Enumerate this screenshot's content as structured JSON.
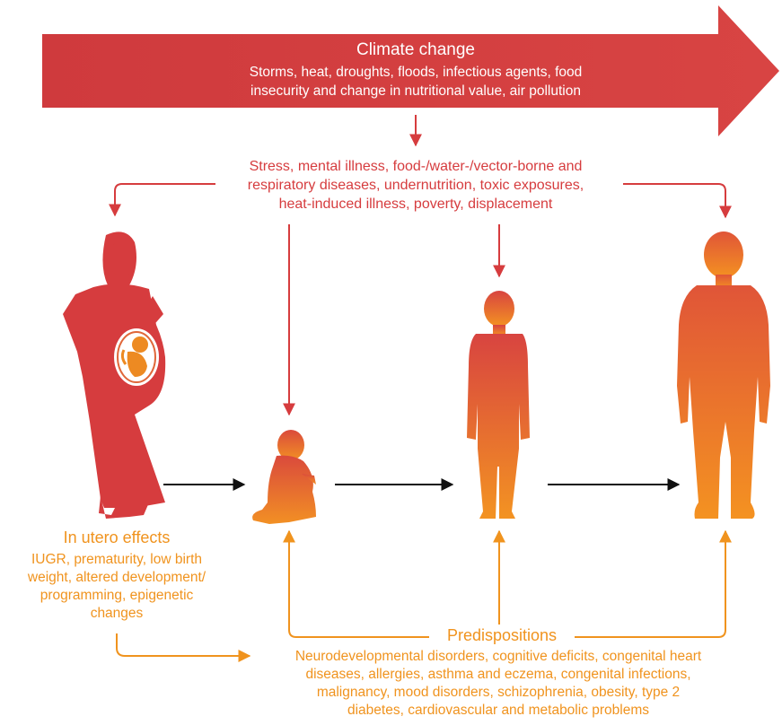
{
  "banner": {
    "title": "Climate change",
    "line1": "Storms, heat, droughts, floods, infectious agents, food",
    "line2": "insecurity and change in nutritional value, air pollution"
  },
  "stressors": {
    "line1": "Stress, mental illness, food-/water-/vector-borne and",
    "line2": "respiratory diseases, undernutrition, toxic exposures,",
    "line3": "heat-induced illness, poverty, displacement"
  },
  "in_utero": {
    "title": "In utero effects",
    "line1": "IUGR, prematurity, low birth",
    "line2": "weight, altered development/",
    "line3": "programming, epigenetic",
    "line4": "changes"
  },
  "predispositions": {
    "title": "Predispositions",
    "line1": "Neurodevelopmental disorders, cognitive deficits, congenital heart",
    "line2": "diseases, allergies, asthma and eczema, congenital infections,",
    "line3": "malignancy, mood disorders, schizophrenia, obesity, type 2",
    "line4": "diabetes, cardiovascular and metabolic problems"
  },
  "colors": {
    "red": "#d63c3e",
    "orange": "#f0931e",
    "black": "#111111"
  },
  "figures": [
    "pregnant-woman-icon",
    "fetus-icon",
    "baby-icon",
    "child-icon",
    "adult-icon"
  ]
}
